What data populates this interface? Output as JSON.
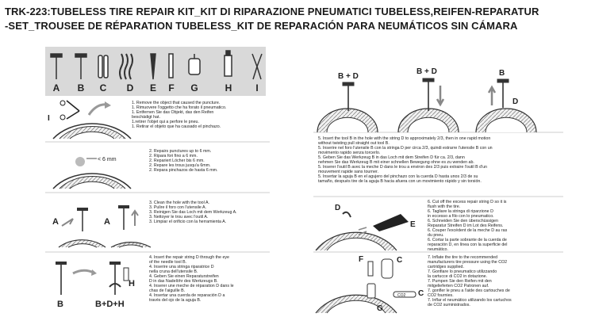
{
  "title": {
    "line1": "TRK-223:TUBELESS TIRE REPAIR KIT_KIT DI RIPARAZIONE PNEUMATICI TUBELESS,REIFEN-REPARATUR",
    "line2": "-SET_TROUSEE DE RÉPARATION TUBELESS_KIT DE REPARACIÓN PARA NEUMÁTICOS SIN CÁMARA"
  },
  "parts": [
    "A",
    "B",
    "C",
    "D",
    "E",
    "F",
    "G",
    "H",
    "I"
  ],
  "steps": {
    "s1": {
      "label": "I",
      "text": "1. Remove the object that caused the puncture.\n1. Rimuovere l'oggetto che ha forato il pneumatico.\n1. Entfernen Sie das Objekt, das den Reifen\nbeschädigt hat.\n1.retirer l'objet qui a perfore le pneu.\n1. Retirar el objeto que ha causado el pinchazo."
    },
    "s2": {
      "size": "< 6 mm",
      "text": "2. Repairs punctures up to 6 mm.\n2. Ripara fori fino a 6 mm.\n2. Repariert Löcher bis 6 mm.\n2. Repare les trous jusqu'a 6mm.\n2. Repara pinchazos de hasta 6 mm."
    },
    "s3": {
      "labels": [
        "A",
        "A"
      ],
      "text": "3. Clean the hole with the tool A.\n3. Pulire il foro con l'utensile A.\n3. Reinigen Sie das Loch mit dem Werkzeug A.\n3. Nettoyer le trou avec l'outil A.\n3. Limpiar el orificio con la herramienta A."
    },
    "s4": {
      "labels": [
        "B",
        "H",
        "B+D+H"
      ],
      "text": "4. Insert the repair string D through the eye\nof the needle tool B.\n4. Inserire una stringa riparatrice D\nnella cruna dell'utensile B.\n4. Geben Sie einen Reparaturstreifen\nD in das Nadelöhr des Werkzeugs B.\n4. Inserer une meche de réparation D dans le\nchas de l'aiguille B.\n4. Insertar una cuerda de reparación D a\ntravés del ojo de la aguja B."
    },
    "s5": {
      "labels": [
        "B + D",
        "B + D",
        "B",
        "D"
      ],
      "text": "5. Insert the tool B in the hole with the string D to approximately 2/3, then in one rapid motion\nwithout twisting pull straight out tool B.\n5. Inserire nel foro l'utensile B con la stringa D per circa  2/3, quindi estrarre l'utensile B con un\nmovimento rapido senza torcerlo.\n5. Geben Sie das Werkzeug B in das Loch mit dem Streifen D für ca. 2/3, dann\nnehmen Sie das Werkzeug B mit einer schnellen Bewegung ohne es zu wenden ab.\n5. Inserer l'outil B avec la meche D dans le trou a environ des 2/3 puis extraire l'outil B d'un\nmouvement rapide sans tourner.\n5. Insertar la aguja B en el agujero del pinchazo con la cuerda D hasta unos 2/3 de su\ntamaño, después tire de la aguja B hacia afuera con un movimiento rápido y sin torsión."
    },
    "s6": {
      "labels": [
        "D",
        "E"
      ],
      "text": "6. Cut off the excess repair string D so it is\nflush with the tire.\n6. Tagliare la stringa di riparzione D\nin eccesso a filo con lo pneumatico.\n6. Schneiden Sie den überschüssigen\nReparatur Streifen D im Lot des Reifens.\n6. Couper l'excédent de la meche D au ras\ndu pneu.\n6. Cortar la parte sobrante de la cuerda de\nreparación D, en línea con la superficie del\nneumático."
    },
    "s7": {
      "labels": [
        "F",
        "C",
        "G",
        "C"
      ],
      "text": "7. Inflate the tire to the recommended\nmanufacturers tire pressure using the CO2\ncartridges supplied.\n7. Gonfiare lo pneumatico utilizzando\nla cartucce di CO2 in dotazione.\n7. Pumpen Sie den Reifen mit den\nmitgelieferten CO2 Patronen auf.\n7. gonfler le pneu a l'aide des cartouches de\nCO2 fournies.\n7. Inflar el neumático utilizando los cartuchos\nde CO2 suministrados."
    },
    "co2": "CO2"
  }
}
